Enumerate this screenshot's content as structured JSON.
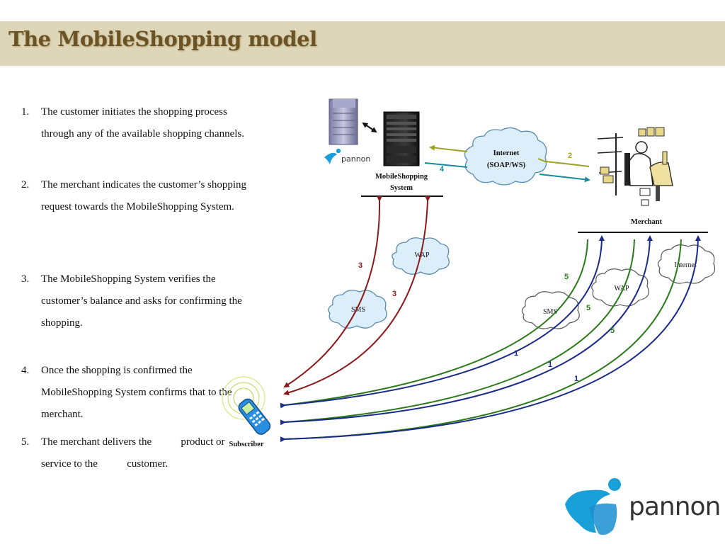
{
  "slide": {
    "title": "The MobileShopping model"
  },
  "steps": [
    {
      "num": "1.",
      "lines": [
        "The customer initiates the shopping process",
        "through any of the available shopping channels."
      ]
    },
    {
      "num": "2.",
      "lines": [
        "The merchant indicates the customer’s shopping",
        "request towards the MobileShopping System."
      ]
    },
    {
      "num": "3.",
      "lines": [
        "The MobileShopping System verifies the",
        "customer’s balance and asks for confirming the",
        "shopping."
      ]
    },
    {
      "num": "4.",
      "lines": [
        "Once the shopping is confirmed the",
        "MobileShopping System confirms that to the",
        "merchant."
      ]
    },
    {
      "num": "5.",
      "lines": [
        "The merchant delivers the           product or",
        "service to the           customer."
      ]
    }
  ],
  "diagram": {
    "system_label_1": "MobileShopping",
    "system_label_2": "System",
    "merchant_label": "Merchant",
    "subscriber_label": "Subscriber",
    "cloud_internet_top_1": "Internet",
    "cloud_internet_top_2": "(SOAP/WS)",
    "cloud_wap_left": "WAP",
    "cloud_sms_left": "SMS",
    "cloud_sms_right": "SMS",
    "cloud_wap_right": "WAP",
    "cloud_internet_right": "Internet",
    "numbers": {
      "n2": "2",
      "n4": "4",
      "n3a": "3",
      "n3b": "3",
      "n5a": "5",
      "n5b": "5",
      "n5c": "5",
      "n1a": "1",
      "n1b": "1",
      "n1c": "1"
    },
    "small_brand": "pannon"
  },
  "brand": {
    "name": "pannon"
  },
  "colors": {
    "title_bar": "#ddd6b8",
    "title_text": "#6b5326",
    "arrow_red": "#8b1a1a",
    "arrow_green": "#2a7a1a",
    "arrow_navy": "#1a2a8a",
    "arrow_olive": "#a0a020",
    "arrow_teal": "#1a8a9a",
    "cloud_fill": "#dbeefa",
    "logo_blue": "#1aa0d8"
  }
}
